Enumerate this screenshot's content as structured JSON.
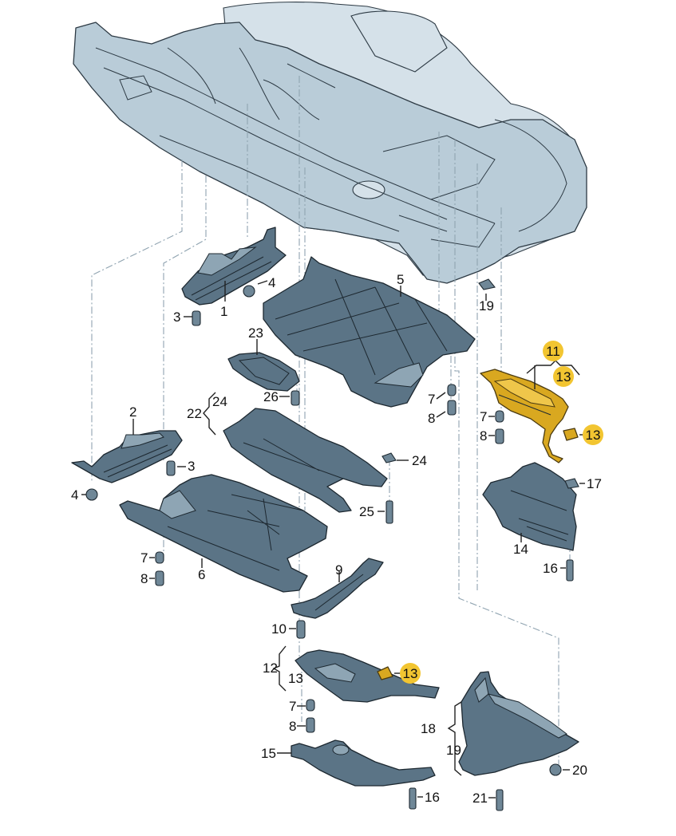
{
  "title": "Underbody protection exploded parts diagram",
  "colors": {
    "body_shell": "#b9ccd8",
    "part_fill": "#5b7486",
    "highlight_part": "#d9a820",
    "highlight_badge": "#f2c531",
    "outline": "#1d2830"
  },
  "parts": [
    {
      "id": "p1",
      "label": "1",
      "name": "side underbody trim left front"
    },
    {
      "id": "p2",
      "label": "2",
      "name": "side underbody trim left rear"
    },
    {
      "id": "p5",
      "label": "5",
      "name": "centre underbody panel front"
    },
    {
      "id": "p6",
      "label": "6",
      "name": "centre underbody panel rear"
    },
    {
      "id": "p9",
      "label": "9",
      "name": "bracket"
    },
    {
      "id": "p11",
      "label": "11",
      "name": "wheel arch trim (highlighted)"
    },
    {
      "id": "p12",
      "label": "12",
      "name": "side trim strip"
    },
    {
      "id": "p14",
      "label": "14",
      "name": "wheel housing cover"
    },
    {
      "id": "p15",
      "label": "15",
      "name": "rear bracket trim"
    },
    {
      "id": "p18",
      "label": "18",
      "name": "rear underbody shield"
    },
    {
      "id": "p22",
      "label": "22",
      "name": "middle tunnel panel"
    },
    {
      "id": "p23",
      "label": "23",
      "name": "small access cover"
    }
  ],
  "callouts": {
    "c1": "1",
    "c2": "2",
    "c3a": "3",
    "c3b": "3",
    "c4a": "4",
    "c4b": "4",
    "c5": "5",
    "c6": "6",
    "c7a": "7",
    "c7b": "7",
    "c7c": "7",
    "c7d": "7",
    "c8a": "8",
    "c8b": "8",
    "c8c": "8",
    "c8d": "8",
    "c9": "9",
    "c10": "10",
    "c11": "11",
    "c13a": "13",
    "c13b": "13",
    "c13c": "13",
    "c13d": "13",
    "c12": "12",
    "c14": "14",
    "c15": "15",
    "c16a": "16",
    "c16b": "16",
    "c17": "17",
    "c18": "18",
    "c19a": "19",
    "c19b": "19",
    "c20": "20",
    "c21": "21",
    "c22": "22",
    "c23": "23",
    "c24a": "24",
    "c24b": "24",
    "c25": "25",
    "c26": "26"
  },
  "highlighted_callouts": [
    "11",
    "13"
  ]
}
